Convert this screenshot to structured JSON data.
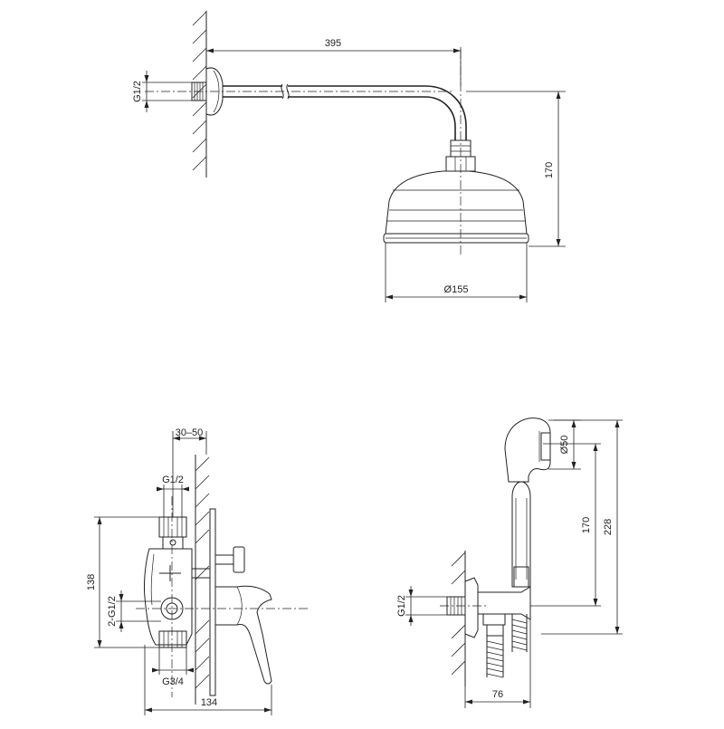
{
  "drawing": {
    "shower_head": {
      "arm_length": "395",
      "height": "170",
      "head_diameter": "Ø155",
      "wall_thread": "G1/2"
    },
    "mixer": {
      "wall_depth": "30–50",
      "top_thread": "G1/2",
      "height": "138",
      "outlet_threads": "2-G1/2",
      "bottom_thread": "G3/4",
      "width": "134"
    },
    "hand_shower": {
      "wall_thread": "G1/2",
      "head_diameter": "Ø50",
      "inner_height": "170",
      "total_height": "228",
      "depth": "76"
    }
  }
}
